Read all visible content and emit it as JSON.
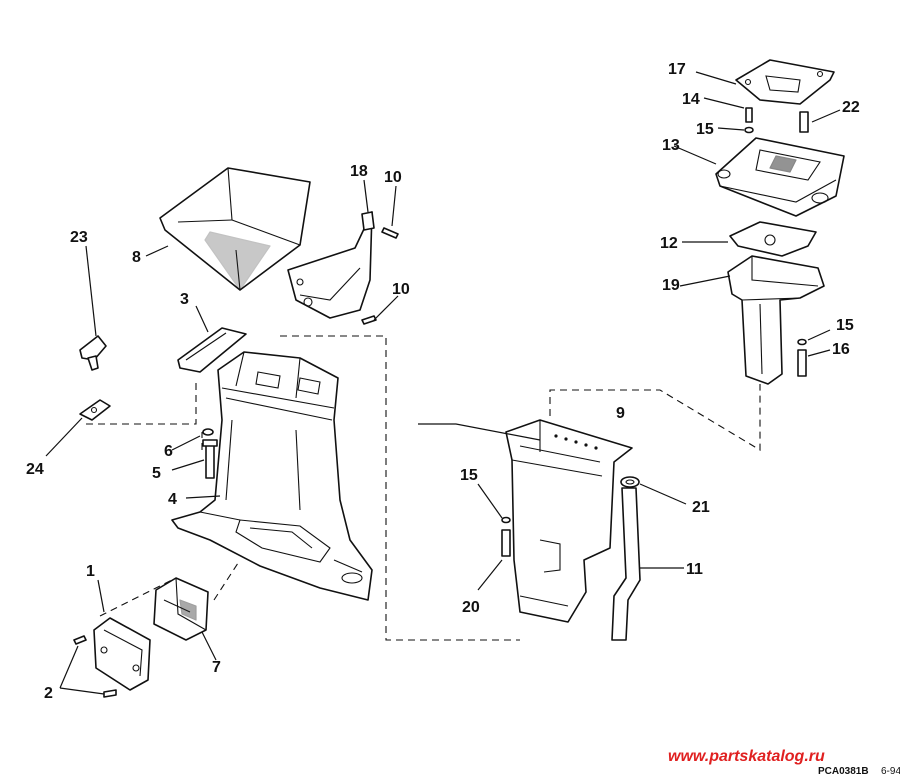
{
  "callouts": {
    "c1": "1",
    "c2": "2",
    "c3": "3",
    "c4": "4",
    "c5": "5",
    "c6": "6",
    "c7": "7",
    "c8": "8",
    "c9": "9",
    "c10a": "10",
    "c10b": "10",
    "c11": "11",
    "c12": "12",
    "c13": "13",
    "c14": "14",
    "c15a": "15",
    "c15b": "15",
    "c15c": "15",
    "c16": "16",
    "c17": "17",
    "c18": "18",
    "c19": "19",
    "c20": "20",
    "c21": "21",
    "c22": "22",
    "c23": "23",
    "c24": "24"
  },
  "footer": {
    "watermark": "www.partskatalog.ru",
    "figure_code": "PCA0381B",
    "date": "6-94"
  }
}
